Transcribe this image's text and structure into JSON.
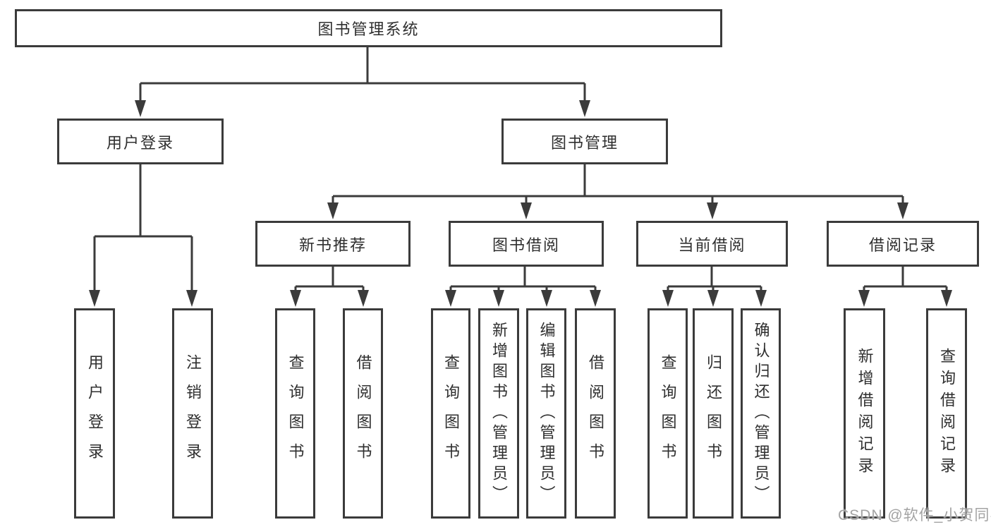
{
  "colors": {
    "line": "#3b3b3b",
    "box_border": "#3b3b3b",
    "text": "#2f2f2f",
    "watermark": "#a3a3a3",
    "background": "#ffffff"
  },
  "watermark": {
    "text": "CSDN @软件_小贺同学"
  },
  "tree": {
    "root": {
      "label": "图书管理系统"
    },
    "level1": [
      {
        "id": "user-login",
        "label": "用户登录"
      },
      {
        "id": "book-management",
        "label": "图书管理"
      }
    ],
    "level2": [
      {
        "id": "new-book-recommend",
        "label": "新书推荐"
      },
      {
        "id": "book-borrow",
        "label": "图书借阅"
      },
      {
        "id": "current-borrow",
        "label": "当前借阅"
      },
      {
        "id": "borrow-records",
        "label": "借阅记录"
      }
    ],
    "leaves": {
      "user_login": [
        {
          "label": "用户登录"
        },
        {
          "label": "注销登录"
        }
      ],
      "new_book_recommend": [
        {
          "label": "查询图书"
        },
        {
          "label": "借阅图书"
        }
      ],
      "book_borrow": [
        {
          "label": "查询图书"
        },
        {
          "label": "新增图书（管理员）"
        },
        {
          "label": "编辑图书（管理员）"
        },
        {
          "label": "借阅图书"
        }
      ],
      "current_borrow": [
        {
          "label": "查询图书"
        },
        {
          "label": "归还图书"
        },
        {
          "label": "确认归还（管理员）"
        }
      ],
      "borrow_records": [
        {
          "label": "新增借阅记录"
        },
        {
          "label": "查询借阅记录"
        }
      ]
    }
  }
}
